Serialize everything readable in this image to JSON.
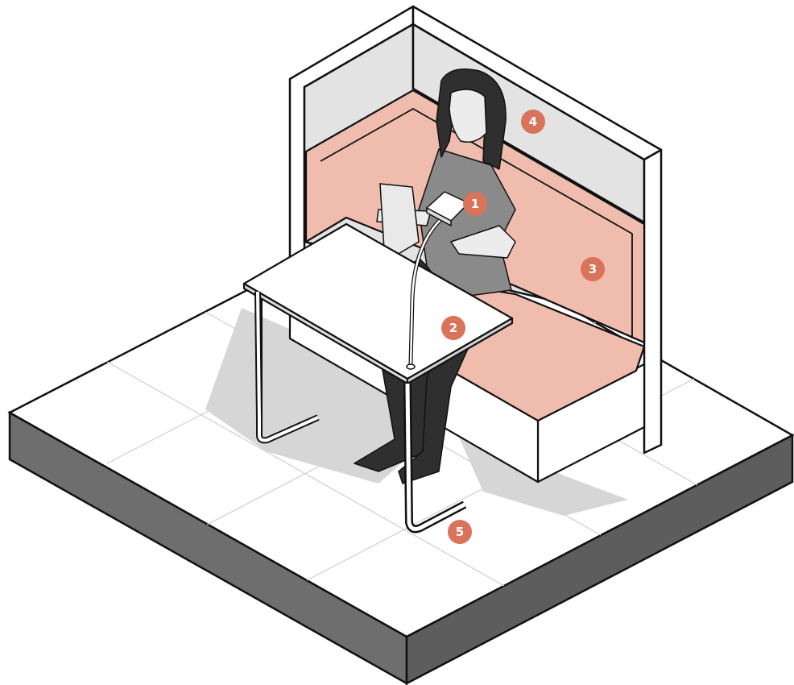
{
  "colors": {
    "badge": "#d9735a",
    "cushion": "#efbcad",
    "cushion_line": "#2b2b2b",
    "wall": "#e3e3e3",
    "floor_top": "#ffffff",
    "floor_side": "#6e6e6e",
    "shadow": "#d2d2d2",
    "person_dark": "#2f2f2f",
    "shirt": "#8a8a8a",
    "skin": "#e9e9e9"
  },
  "badges": [
    {
      "id": "1",
      "label": "1"
    },
    {
      "id": "2",
      "label": "2"
    },
    {
      "id": "3",
      "label": "3"
    },
    {
      "id": "4",
      "label": "4"
    },
    {
      "id": "5",
      "label": "5"
    }
  ]
}
